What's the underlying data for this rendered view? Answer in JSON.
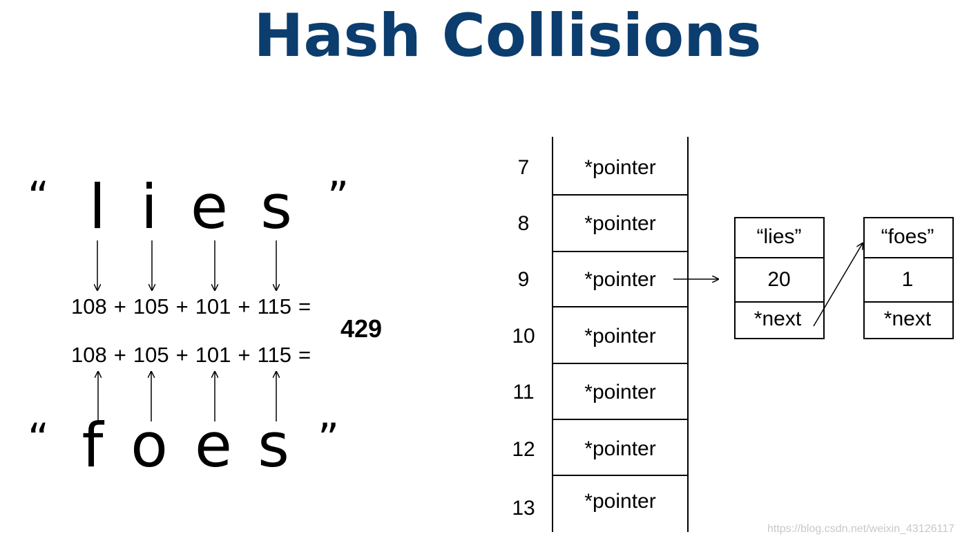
{
  "title": "Hash Collisions",
  "word1": {
    "open_quote": "“",
    "close_quote": "”",
    "letters": [
      "l",
      "i",
      "e",
      "s"
    ]
  },
  "word2": {
    "open_quote": "“",
    "close_quote": "”",
    "letters": [
      "f",
      "o",
      "e",
      "s"
    ]
  },
  "sum_row1": [
    "108",
    "+",
    "105",
    "+",
    "101",
    "+",
    "115",
    "="
  ],
  "sum_row2": [
    "108",
    "+",
    "105",
    "+",
    "101",
    "+",
    "115",
    "="
  ],
  "result": "429",
  "table": {
    "indices": [
      "7",
      "8",
      "9",
      "10",
      "11",
      "12",
      "13"
    ],
    "cell_label": "*pointer"
  },
  "nodes": [
    {
      "key": "“lies”",
      "value": "20",
      "next": "*next"
    },
    {
      "key": "“foes”",
      "value": "1",
      "next": "*next"
    }
  ],
  "watermark": "https://blog.csdn.net/weixin_43126117"
}
